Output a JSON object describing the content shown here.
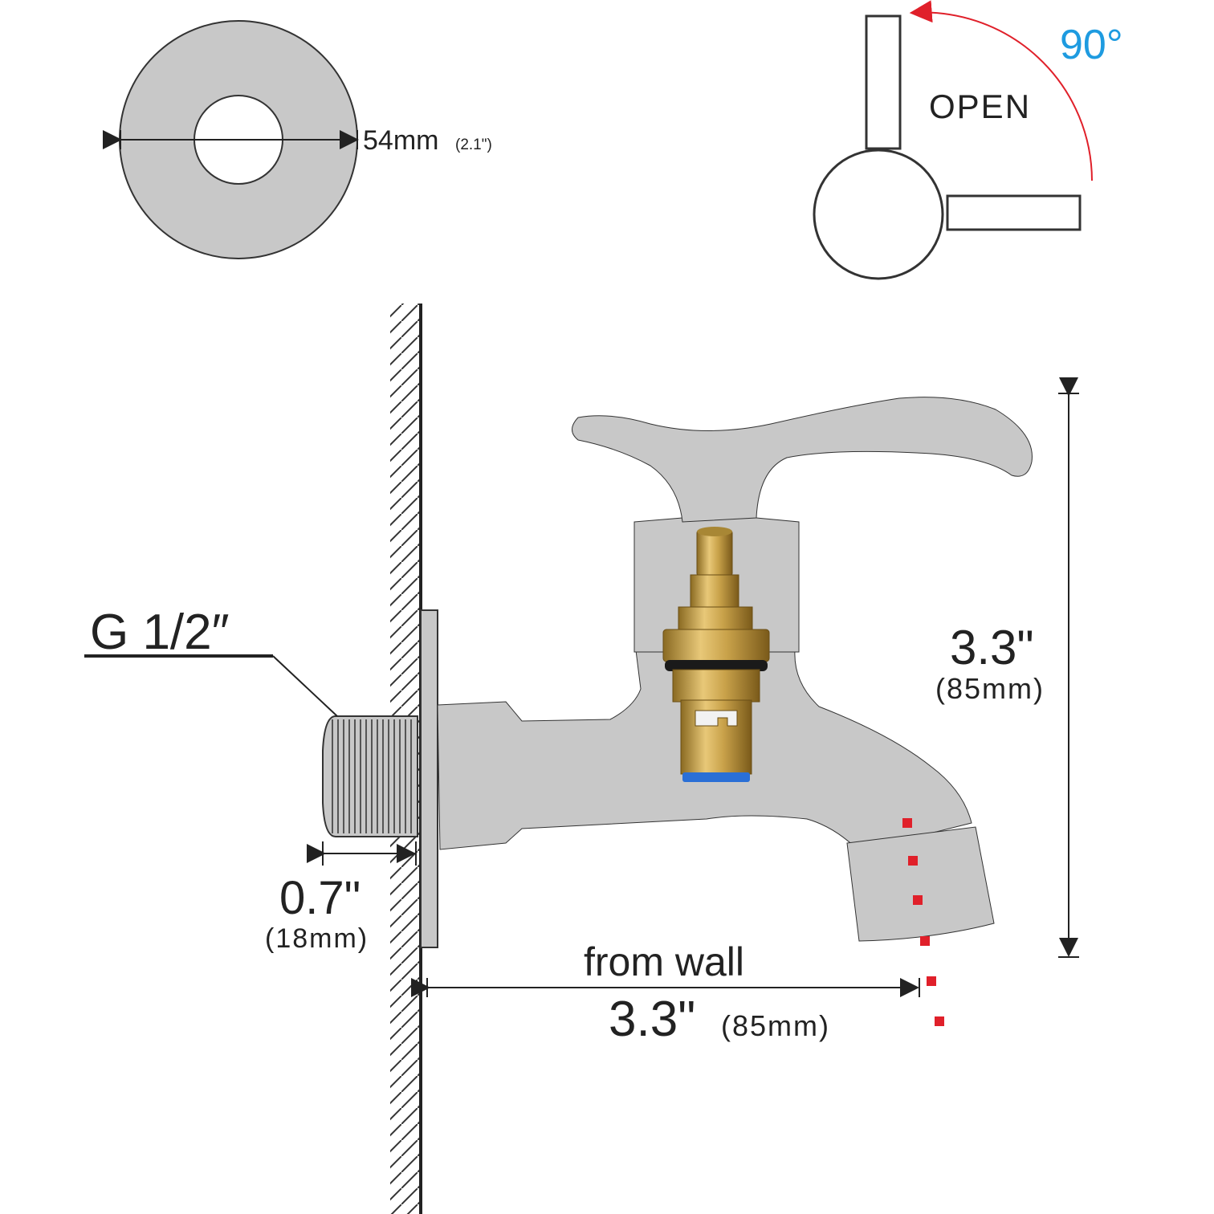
{
  "flange": {
    "diameter_main": "54mm",
    "diameter_sub": "(2.1\")"
  },
  "handle_rotation": {
    "angle": "90°",
    "state": "OPEN"
  },
  "thread": {
    "spec": "G 1/2″"
  },
  "thread_length": {
    "imperial": "0.7\"",
    "metric": "(18mm)"
  },
  "height": {
    "imperial": "3.3\"",
    "metric": "(85mm)"
  },
  "reach": {
    "caption": "from wall",
    "imperial": "3.3\"",
    "metric": "(85mm)"
  },
  "colors": {
    "body_fill": "#c8c8c8",
    "outline": "#333333",
    "angle_accent": "#1e9be0",
    "rotation_arrow": "#e0202a",
    "water_drop": "#e0202a",
    "brass": "#c9a24a",
    "seal_blue": "#2a6fd6"
  }
}
